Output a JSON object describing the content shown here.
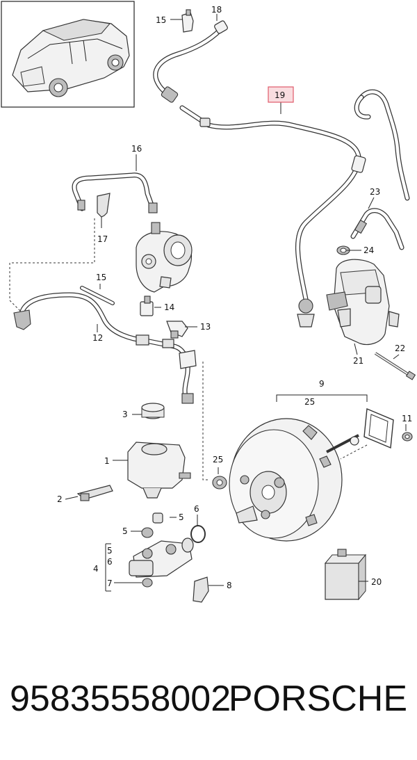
{
  "callouts": {
    "c1": "1",
    "c2": "2",
    "c3": "3",
    "c4": "4",
    "c5a": "5",
    "c6a": "6",
    "c5b": "5",
    "c5c": "5",
    "c6b": "6",
    "c7": "7",
    "c8": "8",
    "c9": "9",
    "c11": "11",
    "c12": "12",
    "c13": "13",
    "c14": "14",
    "c15a": "15",
    "c15b": "15",
    "c16": "16",
    "c17": "17",
    "c18": "18",
    "c19": "19",
    "c20": "20",
    "c21": "21",
    "c22": "22",
    "c23": "23",
    "c24": "24",
    "c25a": "25",
    "c25b": "25"
  },
  "highlight_color": "#e05a6a",
  "footer": {
    "part_number": "95835558002",
    "brand": "PORSCHE"
  }
}
